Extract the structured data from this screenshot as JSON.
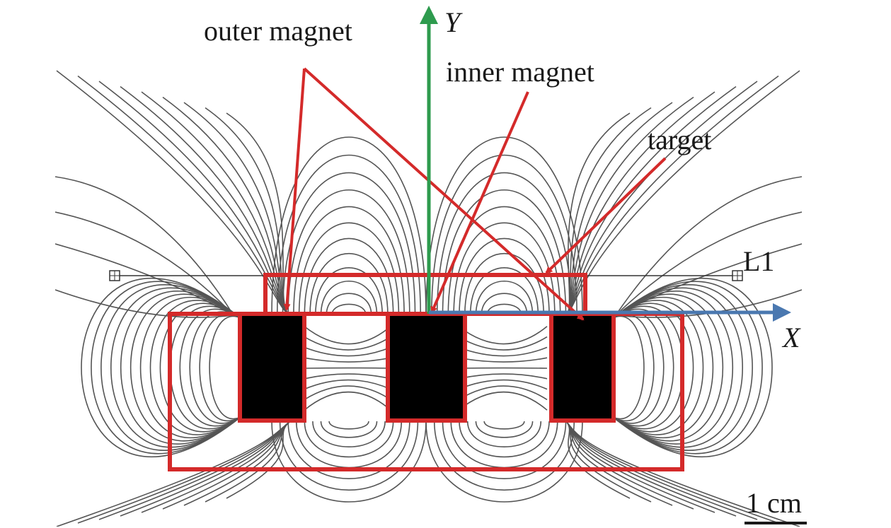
{
  "labels": {
    "outer_magnet": "outer magnet",
    "inner_magnet": "inner magnet",
    "target": "target",
    "line_l1": "L1",
    "axis_x": "X",
    "axis_y": "Y",
    "scale_bar": "1 cm"
  },
  "colors": {
    "annotation": "#d42a2a",
    "y_axis": "#2e9b4e",
    "x_axis": "#4a78b0",
    "field_lines": "#555555",
    "magnet": "#000000"
  }
}
